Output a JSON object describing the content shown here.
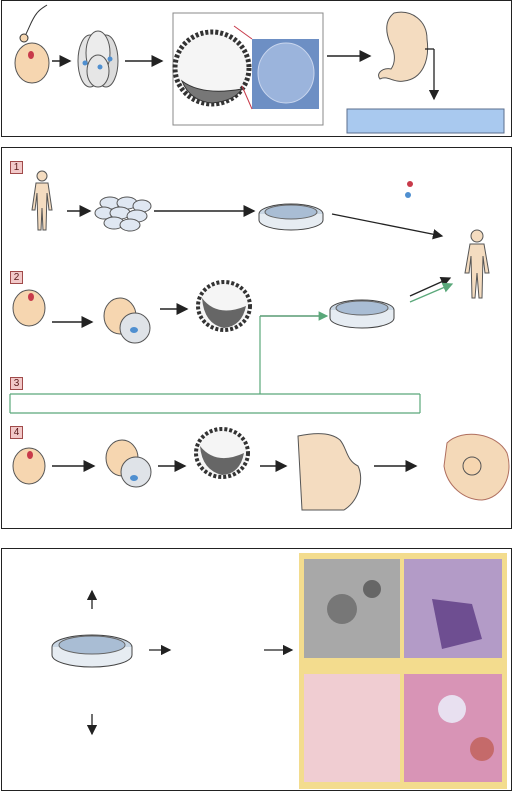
{
  "steps": [
    {
      "id": "1",
      "label": "1"
    },
    {
      "id": "2",
      "label": "2"
    },
    {
      "id": "3",
      "label": "3"
    },
    {
      "id": "4",
      "label": "4"
    }
  ],
  "colors": {
    "egg": "#f6d6b0",
    "nucleus_red": "#c83a4a",
    "nucleus_blue": "#4f8fd0",
    "skin": "#f4dcc0",
    "green_line": "#5aa87a",
    "blue_box": "#a9c9ef",
    "micro_frame": "#f3dc8e",
    "outline": "#333333"
  }
}
